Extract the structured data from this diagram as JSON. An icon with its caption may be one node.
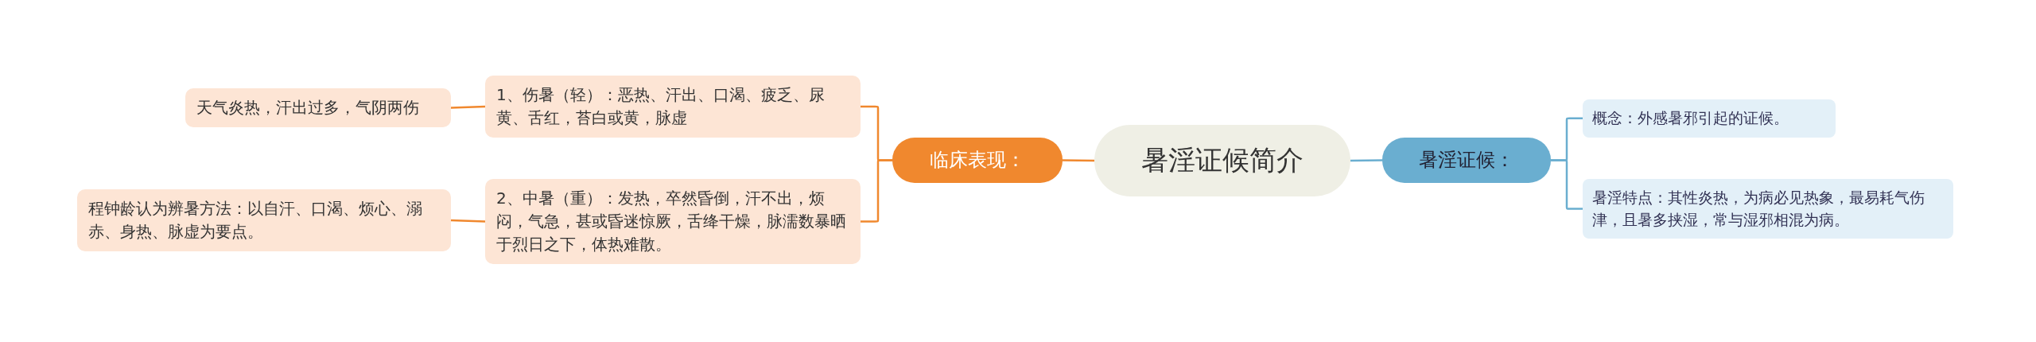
{
  "diagram": {
    "nodes": [
      {
        "text": [
          "暑淫证候简介"
        ]
      },
      {
        "text": [
          "临床表现："
        ]
      },
      {
        "text": [
          "1、伤暑（轻）：恶热、汗出、口渴、疲乏、尿黄、舌红，苔白或黄，脉虚"
        ]
      },
      {
        "text": [
          "天气炎热，汗出过多，气阴两伤"
        ]
      },
      {
        "text": [
          "2、中暑（重）：发热，卒然昏倒，汗不出，烦闷，气急，甚或昏迷惊厥，舌绛干燥，脉濡数暴晒于烈日之下，体热难散。"
        ]
      },
      {
        "text": [
          "程钟龄认为辨暑方法：以自汗、口渴、烦心、溺赤、身热、脉虚为要点。"
        ]
      },
      {
        "text": [
          "暑淫证候："
        ]
      },
      {
        "text": [
          "概念：外感暑邪引起的证候。"
        ]
      },
      {
        "text": [
          "暑淫特点：其性炎热，为病必见热象，最易耗气伤津，且暑多挟湿，常与湿邪相混为病。"
        ]
      }
    ],
    "edges": [
      {
        "from": 0,
        "to": 1,
        "arrow": "none",
        "color": "#f0882e"
      },
      {
        "from": 1,
        "to": 2,
        "arrow": "none",
        "color": "#f0882e"
      },
      {
        "from": 2,
        "to": 3,
        "arrow": "none",
        "color": "#f0882e"
      },
      {
        "from": 1,
        "to": 4,
        "arrow": "none",
        "color": "#f0882e"
      },
      {
        "from": 4,
        "to": 5,
        "arrow": "none",
        "color": "#f0882e"
      },
      {
        "from": 0,
        "to": 6,
        "arrow": "none",
        "color": "#6aaed0"
      },
      {
        "from": 6,
        "to": 7,
        "arrow": "none",
        "color": "#6aaed0"
      },
      {
        "from": 6,
        "to": 8,
        "arrow": "none",
        "color": "#6aaed0"
      }
    ]
  }
}
